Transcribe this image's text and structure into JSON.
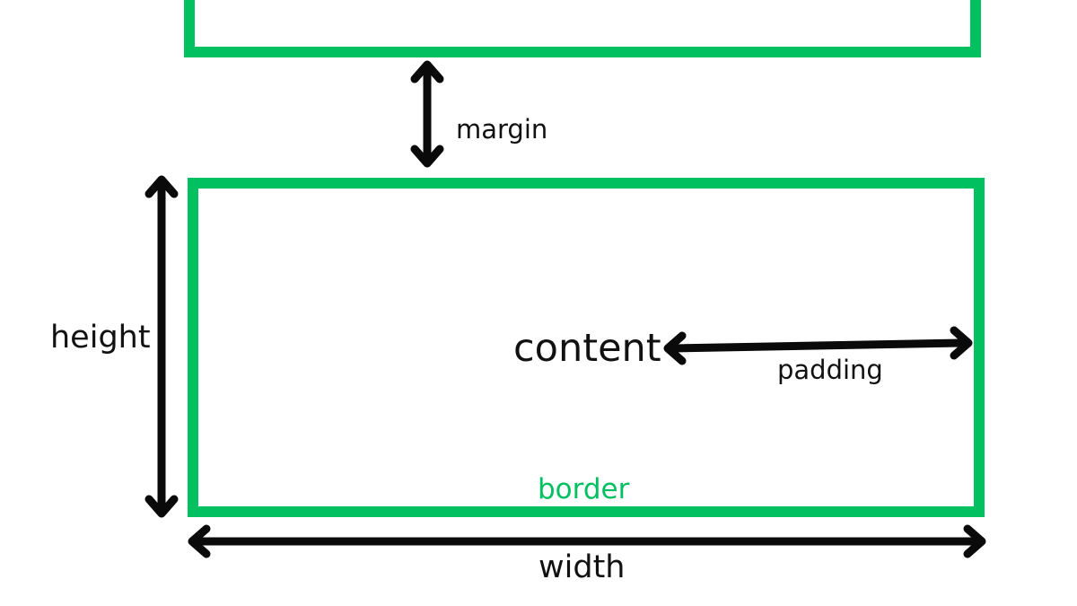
{
  "labels": {
    "margin": "margin",
    "height": "height",
    "content": "content",
    "padding": "padding",
    "border": "border",
    "width": "width"
  },
  "colors": {
    "border": "#00c060",
    "arrow": "#0a0a0a",
    "text": "#111111",
    "background": "#ffffff"
  }
}
